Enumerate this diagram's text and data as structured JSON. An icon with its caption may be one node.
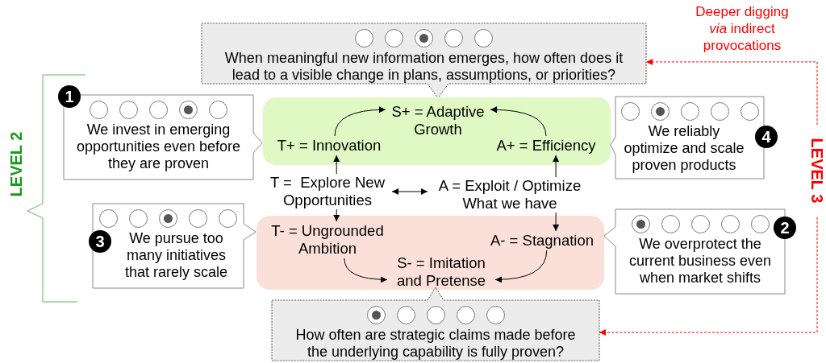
{
  "diagram": {
    "nodes": [
      {
        "text": [
          "When meaningful new information emerges, how often does it lead to a visible change in plans, assumptions, or priorities?"
        ]
      },
      {
        "text": [
          "1",
          "We invest in emerging opportunities even before they are proven"
        ]
      },
      {
        "text": [],
        "shape": "box"
      },
      {
        "text": [
          "S+ = Adaptive Growth"
        ],
        "in": 2
      },
      {
        "text": [
          "T+ = Innovation"
        ],
        "in": 2
      },
      {
        "text": [
          "A+ = Efficiency"
        ],
        "in": 2
      },
      {
        "text": [
          "We reliably optimize and scale proven products",
          "4"
        ]
      },
      {
        "text": [
          "T =  Explore New Opportunities"
        ]
      },
      {
        "text": [
          "A = Exploit / Optimize What we have"
        ]
      },
      {
        "text": [
          "3",
          "We pursue too many initiatives that rarely scale"
        ]
      },
      {
        "text": [],
        "shape": "box"
      },
      {
        "text": [
          "T- = Ungrounded Ambition"
        ],
        "in": 10
      },
      {
        "text": [
          "A- = Stagnation"
        ],
        "in": 10
      },
      {
        "text": [
          "S- = Imitation and Pretense"
        ],
        "in": 10
      },
      {
        "text": [
          "2",
          "We overprotect the current business even when market shifts"
        ]
      },
      {
        "text": [
          "How often are strategic claims made before the underlying capability is fully proven?"
        ]
      }
    ],
    "edges": [
      {
        "from": 4,
        "to": 3,
        "arrow": "to"
      },
      {
        "from": 5,
        "to": 3,
        "arrow": "to"
      },
      {
        "from": 7,
        "to": 4,
        "arrow": "to"
      },
      {
        "from": 8,
        "to": 5,
        "arrow": "to"
      },
      {
        "from": 7,
        "to": 8,
        "arrow": "both"
      },
      {
        "from": 7,
        "to": 11,
        "arrow": "to"
      },
      {
        "from": 8,
        "to": 12,
        "arrow": "to"
      },
      {
        "from": 11,
        "to": 13,
        "arrow": "to"
      },
      {
        "from": 12,
        "to": 13,
        "arrow": "to"
      },
      {
        "from": null,
        "to": 0,
        "arrow": "to",
        "style": "dashed",
        "color": "#ff0000"
      },
      {
        "from": null,
        "to": 15,
        "arrow": "to",
        "style": "dashed",
        "color": "#ff0000"
      }
    ],
    "labels": [
      "Deeper digging *via* indirect provocations",
      "LEVEL 2",
      "LEVEL 3"
    ]
  }
}
